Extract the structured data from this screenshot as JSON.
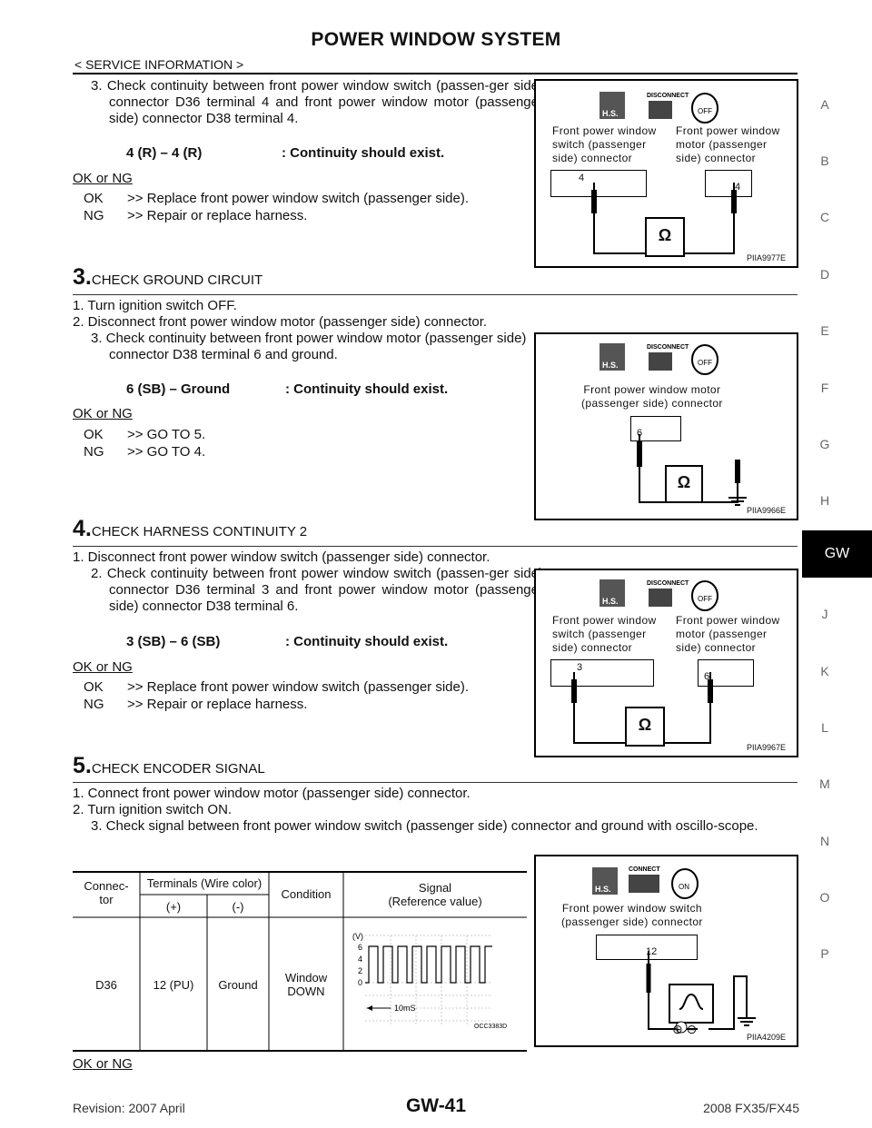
{
  "header": {
    "title": "POWER WINDOW SYSTEM",
    "subtitle": "< SERVICE INFORMATION >"
  },
  "side_index": [
    "A",
    "B",
    "C",
    "D",
    "E",
    "F",
    "G",
    "H",
    "GW",
    "J",
    "K",
    "L",
    "M",
    "N",
    "O",
    "P"
  ],
  "section_tab": "GW",
  "step2_cont": {
    "item3": "3. Check continuity between front power window switch (passen-ger side) connector D36 terminal 4 and front power window motor (passenger side) connector D38 terminal 4.",
    "spec_left": "4 (R) – 4 (R)",
    "spec_right": ": Continuity should exist.",
    "okng": "OK or NG",
    "ok_key": "OK",
    "ok_text": ">> Replace front power window switch (passenger side).",
    "ng_key": "NG",
    "ng_text": ">> Repair or replace harness.",
    "figure": {
      "disconnect": "DISCONNECT",
      "hs": "H.S.",
      "off": "OFF",
      "label_left": "Front power window\nswitch (passenger\nside) connector",
      "label_right": "Front power window\nmotor (passenger\nside) connector",
      "term_left": "4",
      "term_right": "4",
      "ohm": "Ω",
      "code": "PIIA9977E"
    }
  },
  "step3": {
    "num": "3.",
    "title": "CHECK GROUND CIRCUIT",
    "item1": "1. Turn ignition switch OFF.",
    "item2": "2. Disconnect front power window motor (passenger side) connector.",
    "item3": "3. Check continuity between front power window motor (passenger side) connector D38 terminal 6 and   ground.",
    "spec_left": "6 (SB) – Ground",
    "spec_right": ": Continuity should exist.",
    "okng": "OK or NG",
    "ok_key": "OK",
    "ok_text": ">> GO TO 5.",
    "ng_key": "NG",
    "ng_text": ">> GO TO 4.",
    "figure": {
      "disconnect": "DISCONNECT",
      "hs": "H.S.",
      "off": "OFF",
      "label": "Front power window motor\n(passenger side) connector",
      "term": "6",
      "ohm": "Ω",
      "code": "PIIA9966E"
    }
  },
  "step4": {
    "num": "4.",
    "title": "CHECK HARNESS CONTINUITY 2",
    "item1": "1. Disconnect front power window switch (passenger side) connector.",
    "item2": "2. Check continuity between front power window switch (passen-ger side) connector D36 terminal 3 and front power window motor (passenger side) connector D38 terminal 6.",
    "spec_left": "3 (SB) – 6 (SB)",
    "spec_right": ": Continuity should exist.",
    "okng": "OK or NG",
    "ok_key": "OK",
    "ok_text": ">> Replace front power window switch (passenger side).",
    "ng_key": "NG",
    "ng_text": ">> Repair or replace harness.",
    "figure": {
      "disconnect": "DISCONNECT",
      "hs": "H.S.",
      "off": "OFF",
      "label_left": "Front power window\nswitch (passenger\nside) connector",
      "label_right": "Front power window\nmotor (passenger\nside) connector",
      "term_left": "3",
      "term_right": "6",
      "ohm": "Ω",
      "code": "PIIA9967E"
    }
  },
  "step5": {
    "num": "5.",
    "title": "CHECK ENCODER SIGNAL",
    "item1": "1. Connect front power window motor (passenger side) connector.",
    "item2": "2. Turn ignition switch ON.",
    "item3": "3. Check signal between front power window switch (passenger side) connector and ground with oscillo-scope.",
    "table": {
      "h_connector": "Connec-\ntor",
      "h_terminals": "Terminals (Wire color)",
      "h_plus": "(+)",
      "h_minus": "(-)",
      "h_condition": "Condition",
      "h_signal": "Signal\n(Reference value)",
      "row": {
        "connector": "D36",
        "plus": "12 (PU)",
        "minus": "Ground",
        "condition": "Window\nDOWN"
      },
      "scope": {
        "unit": "(V)",
        "yticks": [
          "6",
          "4",
          "2",
          "0"
        ],
        "time": "10mS",
        "code": "OCC3383D"
      }
    },
    "okng": "OK or NG",
    "figure": {
      "connect": "CONNECT",
      "hs": "H.S.",
      "on": "ON",
      "label": "Front power window switch\n(passenger side) connector",
      "term": "12",
      "code": "PIIA4209E"
    }
  },
  "footer": {
    "revision": "Revision: 2007 April",
    "page": "GW-41",
    "model": "2008 FX35/FX45"
  }
}
